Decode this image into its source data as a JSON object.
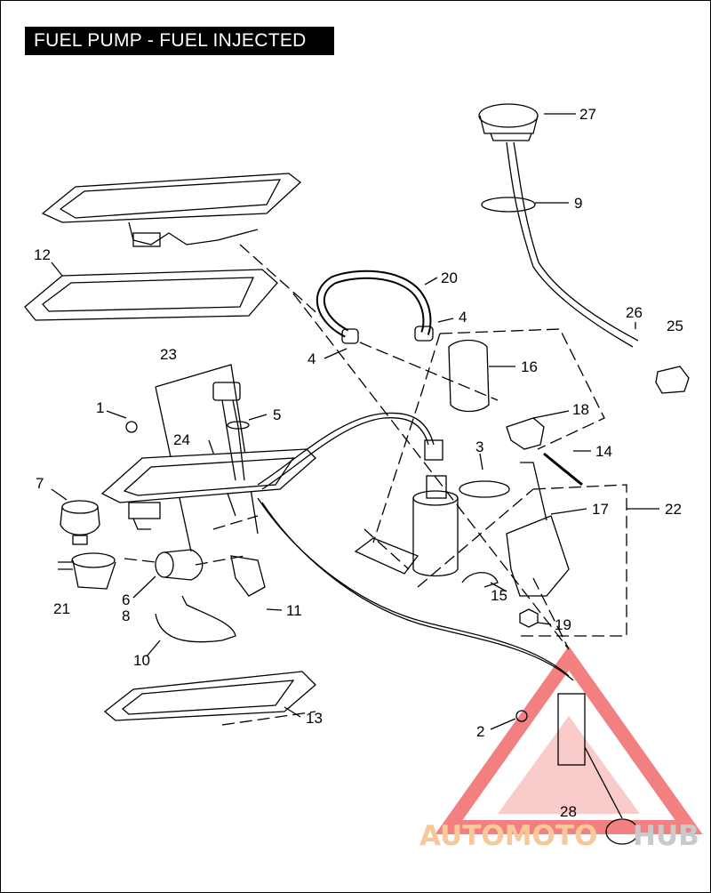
{
  "title": "FUEL PUMP - FUEL INJECTED",
  "watermark": {
    "part1": "AUTOMOTO",
    "part2": "HUB",
    "color_orange": "#f7c99a",
    "color_gray": "#c9c9c9",
    "triangle_color": "#f26a6a"
  },
  "callouts": [
    "27",
    "9",
    "20",
    "4",
    "26",
    "25",
    "12",
    "4",
    "16",
    "23",
    "18",
    "1",
    "5",
    "3",
    "14",
    "24",
    "7",
    "17",
    "22",
    "6",
    "8",
    "15",
    "21",
    "11",
    "19",
    "10",
    "13",
    "2",
    "28"
  ]
}
